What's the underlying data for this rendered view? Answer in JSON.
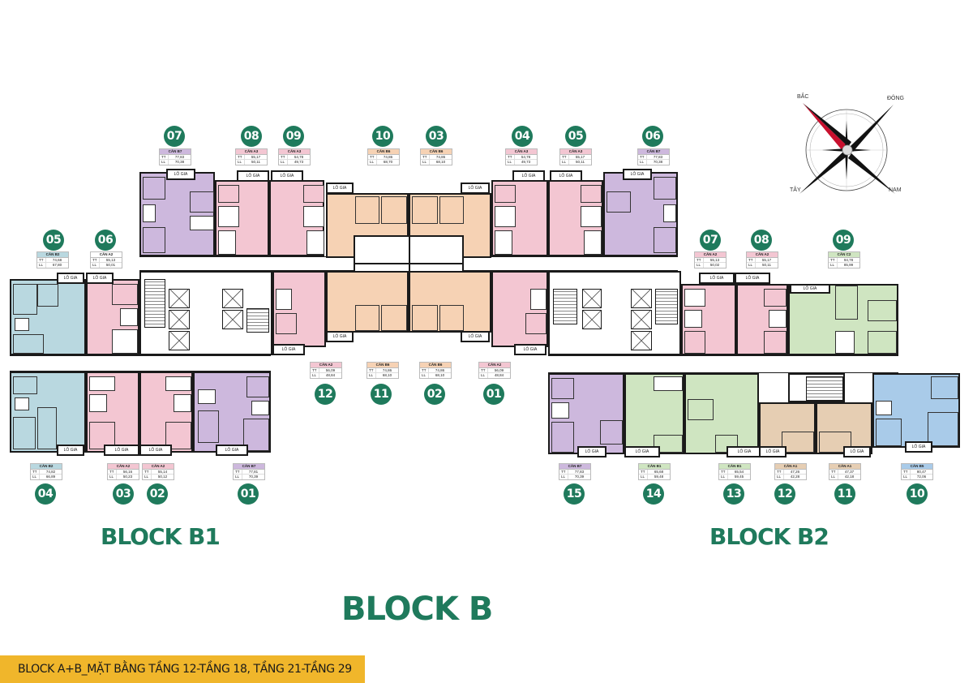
{
  "title": {
    "main": "BLOCK B",
    "left": "BLOCK B1",
    "right": "BLOCK B2"
  },
  "footer": {
    "caption": "BLOCK A+B_MẶT BẰNG TẦNG 12-TẦNG 18, TẦNG 21-TẦNG 29"
  },
  "compass": {
    "north": "BẮC",
    "east": "ĐÔNG",
    "west": "TÂY",
    "south": "NAM",
    "accent": "#c8102e"
  },
  "labels": {
    "loggia": "LÔ GIA",
    "tt": "TT",
    "ll": "LL"
  },
  "colors": {
    "brand_green": "#1f7a5c",
    "footer_yellow": "#f0b62b",
    "A2": "#f3c6d2",
    "A3": "#f3c6d2",
    "B7": "#cdb8dd",
    "B6": "#f6d2b4",
    "B2": "#b9d8e0",
    "C2": "#cfe5c1",
    "B1": "#cfe5c1",
    "A1": "#e6ceb3",
    "B5": "#a9cbe9"
  },
  "units": {
    "b1_top_07": {
      "no": "07",
      "type": "CĂN B7",
      "tt": "77,83",
      "ll": "70,38"
    },
    "b1_top_08": {
      "no": "08",
      "type": "CĂN A3",
      "tt": "55,17",
      "ll": "50,11"
    },
    "b1_top_09": {
      "no": "09",
      "type": "CĂN A3",
      "tt": "54,78",
      "ll": "49,73"
    },
    "c_top_10": {
      "no": "10",
      "type": "CĂN B6",
      "tt": "74,86",
      "ll": "68,70"
    },
    "c_top_03": {
      "no": "03",
      "type": "CĂN B6",
      "tt": "74,86",
      "ll": "68,10"
    },
    "b2_top_04": {
      "no": "04",
      "type": "CĂN A3",
      "tt": "54,78",
      "ll": "49,73"
    },
    "b2_top_05": {
      "no": "05",
      "type": "CĂN A3",
      "tt": "55,17",
      "ll": "50,11"
    },
    "b2_top_06": {
      "no": "06",
      "type": "CĂN B7",
      "tt": "77,83",
      "ll": "70,38"
    },
    "b1_mid_05": {
      "no": "05",
      "type": "CĂN B2",
      "tt": "74,68",
      "ll": "67,80"
    },
    "b1_mid_06": {
      "no": "06",
      "type": "CĂN A2",
      "tt": "55,13",
      "ll": "50,01"
    },
    "b2_mid_07": {
      "no": "07",
      "type": "CĂN A2",
      "tt": "55,13",
      "ll": "50,02"
    },
    "b2_mid_08": {
      "no": "08",
      "type": "CĂN A2",
      "tt": "55,17",
      "ll": "50,11"
    },
    "b2_mid_09": {
      "no": "09",
      "type": "CĂN C2",
      "tt": "94,78",
      "ll": "85,99"
    },
    "c_bot_12": {
      "no": "12",
      "type": "CĂN A2",
      "tt": "56,09",
      "ll": "48,84"
    },
    "c_bot_11": {
      "no": "11",
      "type": "CĂN B6",
      "tt": "74,86",
      "ll": "68,10"
    },
    "c_bot_02": {
      "no": "02",
      "type": "CĂN B6",
      "tt": "74,86",
      "ll": "68,10"
    },
    "c_bot_01": {
      "no": "01",
      "type": "CĂN A2",
      "tt": "56,09",
      "ll": "48,84"
    },
    "b1_bot_04": {
      "no": "04",
      "type": "CĂN B2",
      "tt": "74,82",
      "ll": "66,89"
    },
    "b1_bot_03": {
      "no": "03",
      "type": "CĂN A2",
      "tt": "56,16",
      "ll": "50,23"
    },
    "b1_bot_02": {
      "no": "02",
      "type": "CĂN A2",
      "tt": "55,14",
      "ll": "50,12"
    },
    "b1_bot_01": {
      "no": "01",
      "type": "CĂN B7",
      "tt": "77,81",
      "ll": "70,39"
    },
    "b2_bot_15": {
      "no": "15",
      "type": "CĂN B7",
      "tt": "77,83",
      "ll": "70,39"
    },
    "b2_bot_14": {
      "no": "14",
      "type": "CĂN B1",
      "tt": "65,68",
      "ll": "59,48"
    },
    "b2_bot_13": {
      "no": "13",
      "type": "CĂN B1",
      "tt": "65,54",
      "ll": "59,45"
    },
    "b2_bot_12": {
      "no": "12",
      "type": "CĂN A1",
      "tt": "47,26",
      "ll": "42,28"
    },
    "b2_bot_11": {
      "no": "11",
      "type": "CĂN A1",
      "tt": "47,37",
      "ll": "42,18"
    },
    "b2_bot_10": {
      "no": "10",
      "type": "CĂN B5",
      "tt": "80,47",
      "ll": "72,06"
    }
  }
}
